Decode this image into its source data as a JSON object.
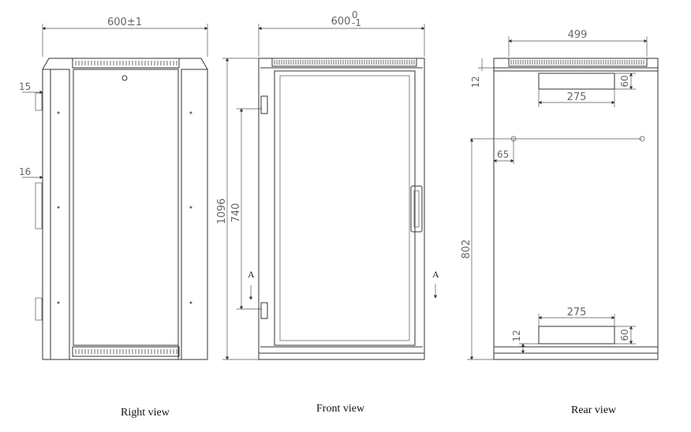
{
  "views": {
    "right": {
      "caption": "Right view",
      "width_label": "600±1",
      "dim_a": "15",
      "dim_b": "16"
    },
    "front": {
      "caption": "Front view",
      "width_label": "600",
      "width_tol_upper": "0",
      "width_tol_lower": "-1",
      "height_label": "1096",
      "inner_label": "740",
      "section_mark": "A"
    },
    "rear": {
      "caption": "Rear view",
      "top_width": "499",
      "cutout_width_top": "275",
      "cutout_height_top": "60",
      "offset_top": "12",
      "hole_offset": "65",
      "hole_height": "802",
      "cutout_width_bottom": "275",
      "cutout_height_bottom": "60",
      "offset_bottom": "12"
    }
  }
}
